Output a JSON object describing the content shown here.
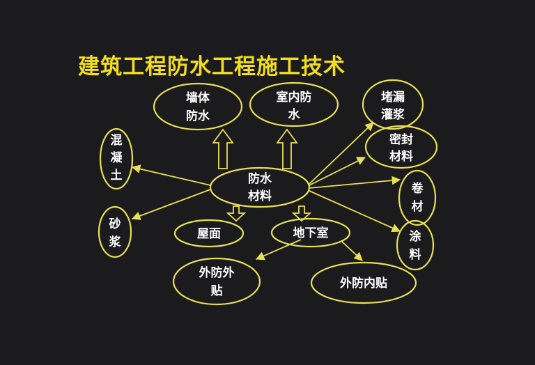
{
  "title": "建筑工程防水工程施工技术",
  "colors": {
    "background": "#1b1b1d",
    "title": "#f2de1c",
    "outline": "#e9df55",
    "text": "#ffffff"
  },
  "nodes": {
    "center": {
      "label": "防水材料"
    },
    "wall": {
      "label": "墙体防水"
    },
    "indoor": {
      "label": "室内防水"
    },
    "grouting": {
      "label": "堵漏灌浆"
    },
    "sealant": {
      "label": "密封材料"
    },
    "roll": {
      "label": "卷材"
    },
    "coating": {
      "label": "涂料"
    },
    "concrete": {
      "label": "混凝土"
    },
    "mortar": {
      "label": "砂浆"
    },
    "roof": {
      "label": "屋面"
    },
    "basement": {
      "label": "地下室"
    },
    "outer_outer": {
      "label": "外防外贴"
    },
    "outer_inner": {
      "label": "外防内贴"
    }
  }
}
